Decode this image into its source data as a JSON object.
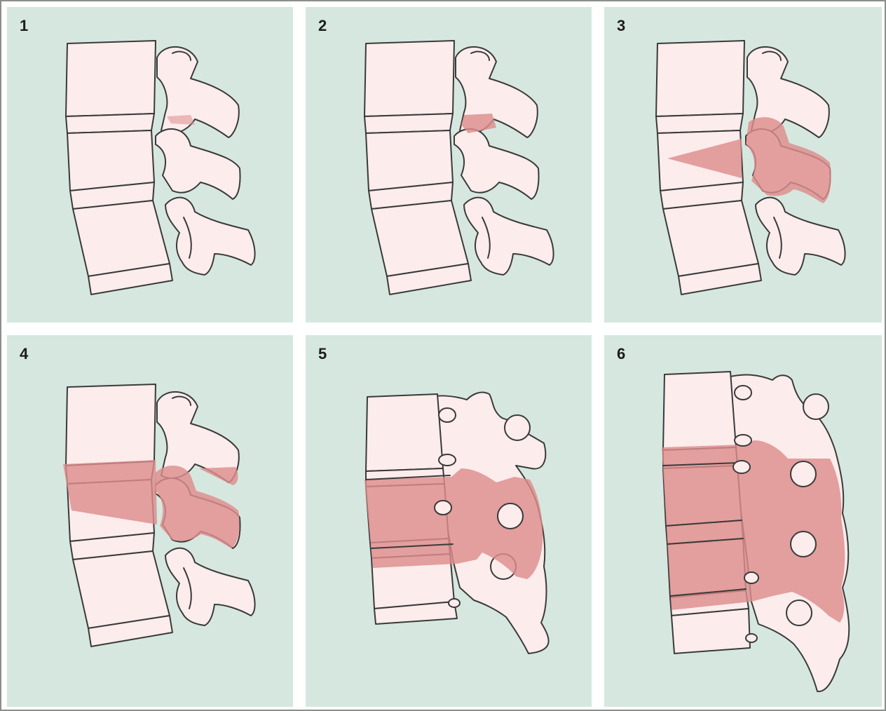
{
  "panels": [
    {
      "number": "1"
    },
    {
      "number": "2"
    },
    {
      "number": "3"
    },
    {
      "number": "4"
    },
    {
      "number": "5"
    },
    {
      "number": "6"
    }
  ],
  "colors": {
    "panel_background": "#d6e7df",
    "bone": "#fcecec",
    "injury_highlight": "#dd8c8c",
    "outline": "#3a3a3a"
  }
}
